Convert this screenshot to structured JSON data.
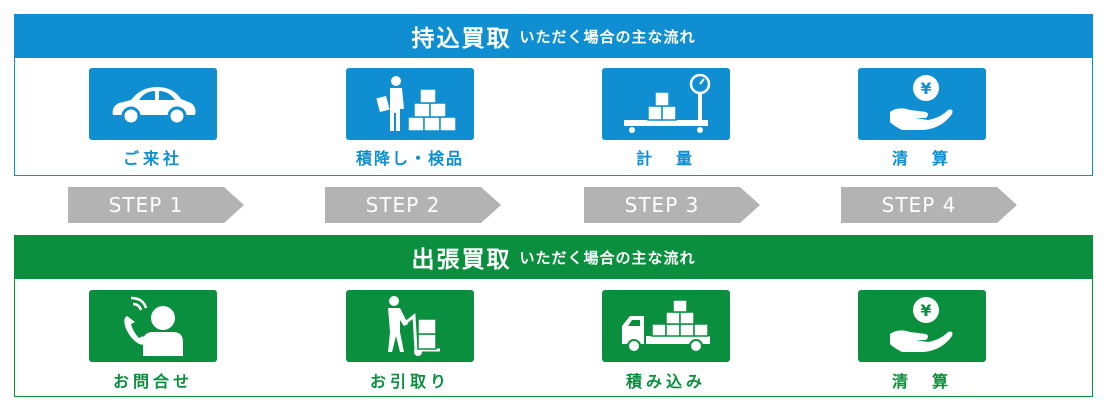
{
  "colors": {
    "blue": "#0f8fd2",
    "green": "#0a8f3f",
    "step_gray": "#b3b3b3"
  },
  "mochikomi": {
    "title_main": "持込買取",
    "title_sub": "いただく場合の主な流れ",
    "steps": [
      {
        "label": "ご来社",
        "icon": "car-icon"
      },
      {
        "label": "積降し・検品",
        "icon": "boxes-inspection-icon"
      },
      {
        "label": "計　量",
        "icon": "scale-icon"
      },
      {
        "label": "清　算",
        "icon": "payment-yen-icon"
      }
    ]
  },
  "step_labels": [
    "STEP 1",
    "STEP 2",
    "STEP 3",
    "STEP 4"
  ],
  "shucchou": {
    "title_main": "出張買取",
    "title_sub": "いただく場合の主な流れ",
    "steps": [
      {
        "label": "お問合せ",
        "icon": "phone-call-icon"
      },
      {
        "label": "お引取り",
        "icon": "hand-truck-icon"
      },
      {
        "label": "積み込み",
        "icon": "truck-icon"
      },
      {
        "label": "清　算",
        "icon": "payment-yen-icon"
      }
    ]
  }
}
